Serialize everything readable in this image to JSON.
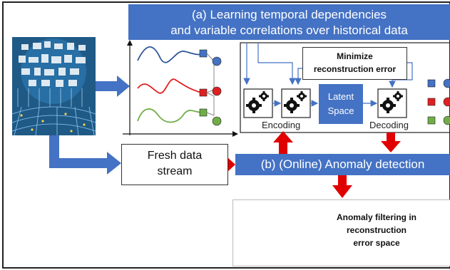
{
  "banner_a": {
    "line1": "(a)  Learning temporal dependencies",
    "line2": "and variable correlations over historical data"
  },
  "minimize": {
    "line1": "Minimize",
    "line2": "reconstruction error"
  },
  "latent": {
    "line1": "Latent",
    "line2": "Space"
  },
  "encoding_label": "Encoding",
  "decoding_label": "Decoding",
  "fresh": {
    "line1": "Fresh data",
    "line2": "stream"
  },
  "banner_b": "(b) (Online) Anomaly detection",
  "filter": {
    "line1": "Anomaly filtering in",
    "line2": "reconstruction",
    "line3": "error space"
  },
  "colors": {
    "blue_box": "#4472C4",
    "series_blue": "#2E5597",
    "series_red": "#E02020",
    "series_green": "#70AD47",
    "arrow_red": "#E00000",
    "iot_bg": "#1F5A86"
  },
  "icons": [
    "iot-network-illustration",
    "gear-icon",
    "square-marker-icon",
    "circle-marker-icon"
  ]
}
